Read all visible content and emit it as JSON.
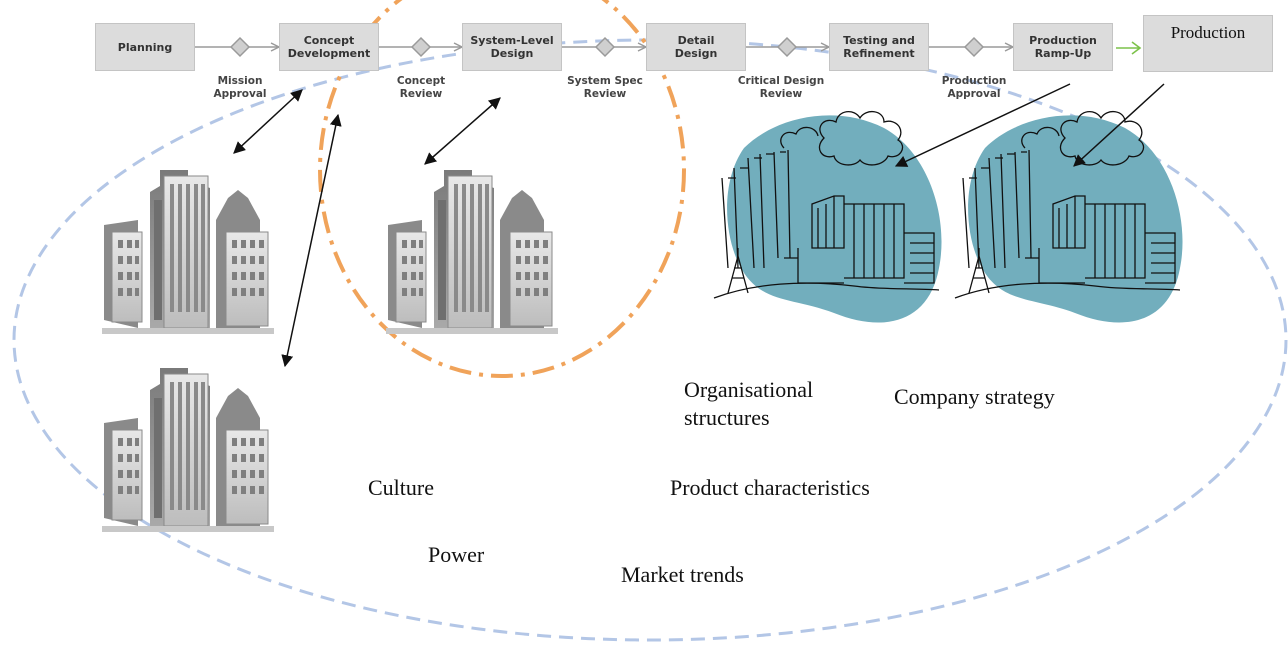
{
  "stages": [
    {
      "id": "planning",
      "label": "Planning"
    },
    {
      "id": "concept-development",
      "label": "Concept\nDevelopment"
    },
    {
      "id": "system-level-design",
      "label": "System-Level\nDesign"
    },
    {
      "id": "detail-design",
      "label": "Detail\nDesign"
    },
    {
      "id": "testing-refinement",
      "label": "Testing and\nRefinement"
    },
    {
      "id": "production-ramp-up",
      "label": "Production\nRamp-Up"
    },
    {
      "id": "production",
      "label": "Production"
    }
  ],
  "gates": [
    {
      "id": "mission-approval",
      "label": "Mission\nApproval"
    },
    {
      "id": "concept-review",
      "label": "Concept\nReview"
    },
    {
      "id": "system-spec-review",
      "label": "System Spec\nReview"
    },
    {
      "id": "critical-design-review",
      "label": "Critical Design\nReview"
    },
    {
      "id": "production-approval",
      "label": "Production\nApproval"
    }
  ],
  "factors": {
    "organisational_structures": "Organisational\nstructures",
    "company_strategy": "Company strategy",
    "culture": "Culture",
    "product_characteristics": "Product characteristics",
    "power": "Power",
    "market_trends": "Market trends"
  },
  "colors": {
    "stage_fill": "#dcdcdc",
    "outer_ellipse": "#b3c6e6",
    "inner_ellipse": "#f0a35a",
    "factory_blob": "#72aebd",
    "building": "#8d8d8d",
    "production_arrow": "#7cc24a"
  }
}
